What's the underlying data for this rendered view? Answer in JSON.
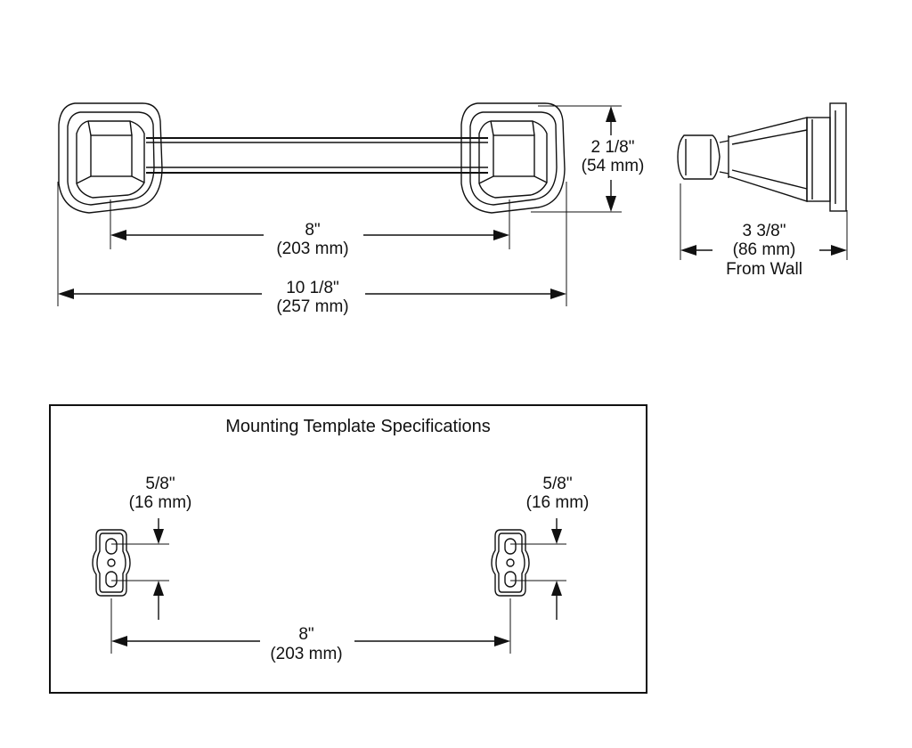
{
  "towel_bar": {
    "inner_width": {
      "imperial": "8\"",
      "metric": "(203 mm)"
    },
    "overall_width": {
      "imperial": "10 1/8\"",
      "metric": "(257 mm)"
    },
    "height": {
      "imperial": "2 1/8\"",
      "metric": "(54 mm)"
    },
    "projection": {
      "imperial": "3 3/8\"",
      "metric": "(86 mm)",
      "note": "From Wall"
    }
  },
  "mounting_template": {
    "title": "Mounting Template Specifications",
    "left_hole_spacing": {
      "imperial": "5/8\"",
      "metric": "(16 mm)"
    },
    "right_hole_spacing": {
      "imperial": "5/8\"",
      "metric": "(16 mm)"
    },
    "center_distance": {
      "imperial": "8\"",
      "metric": "(203 mm)"
    }
  }
}
